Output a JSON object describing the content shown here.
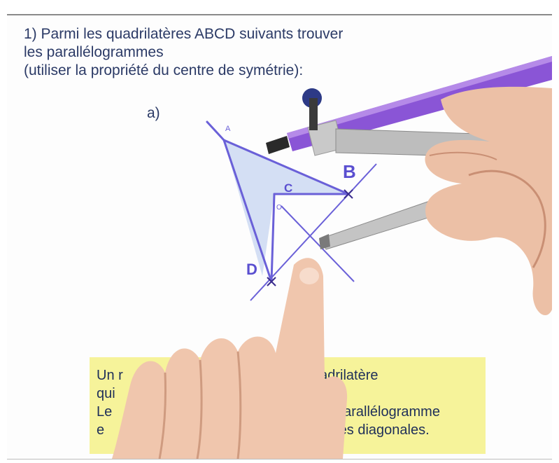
{
  "title_lines": [
    "1) Parmi les quadrilatères ABCD suivants trouver",
    "les parallélogrammes",
    "(utiliser la propriété du centre de symétrie):"
  ],
  "exercise_label": "a)",
  "points": {
    "a": "A",
    "b": "B",
    "c": "C",
    "d": "D",
    "o": "O"
  },
  "callout_fragments": {
    "line1_left": "Un r",
    "line1_right": "uadrilatère",
    "line2_left": "qui",
    "line3_left": "Le",
    "line3_right": "parallélogramme",
    "line4_left": "e",
    "line4_right": "e ses diagonales."
  },
  "colors": {
    "ink": "#2b3a66",
    "figure": "#6a60d8",
    "highlight": "#f6f39a",
    "compass_pencil": "#8a55d6"
  }
}
